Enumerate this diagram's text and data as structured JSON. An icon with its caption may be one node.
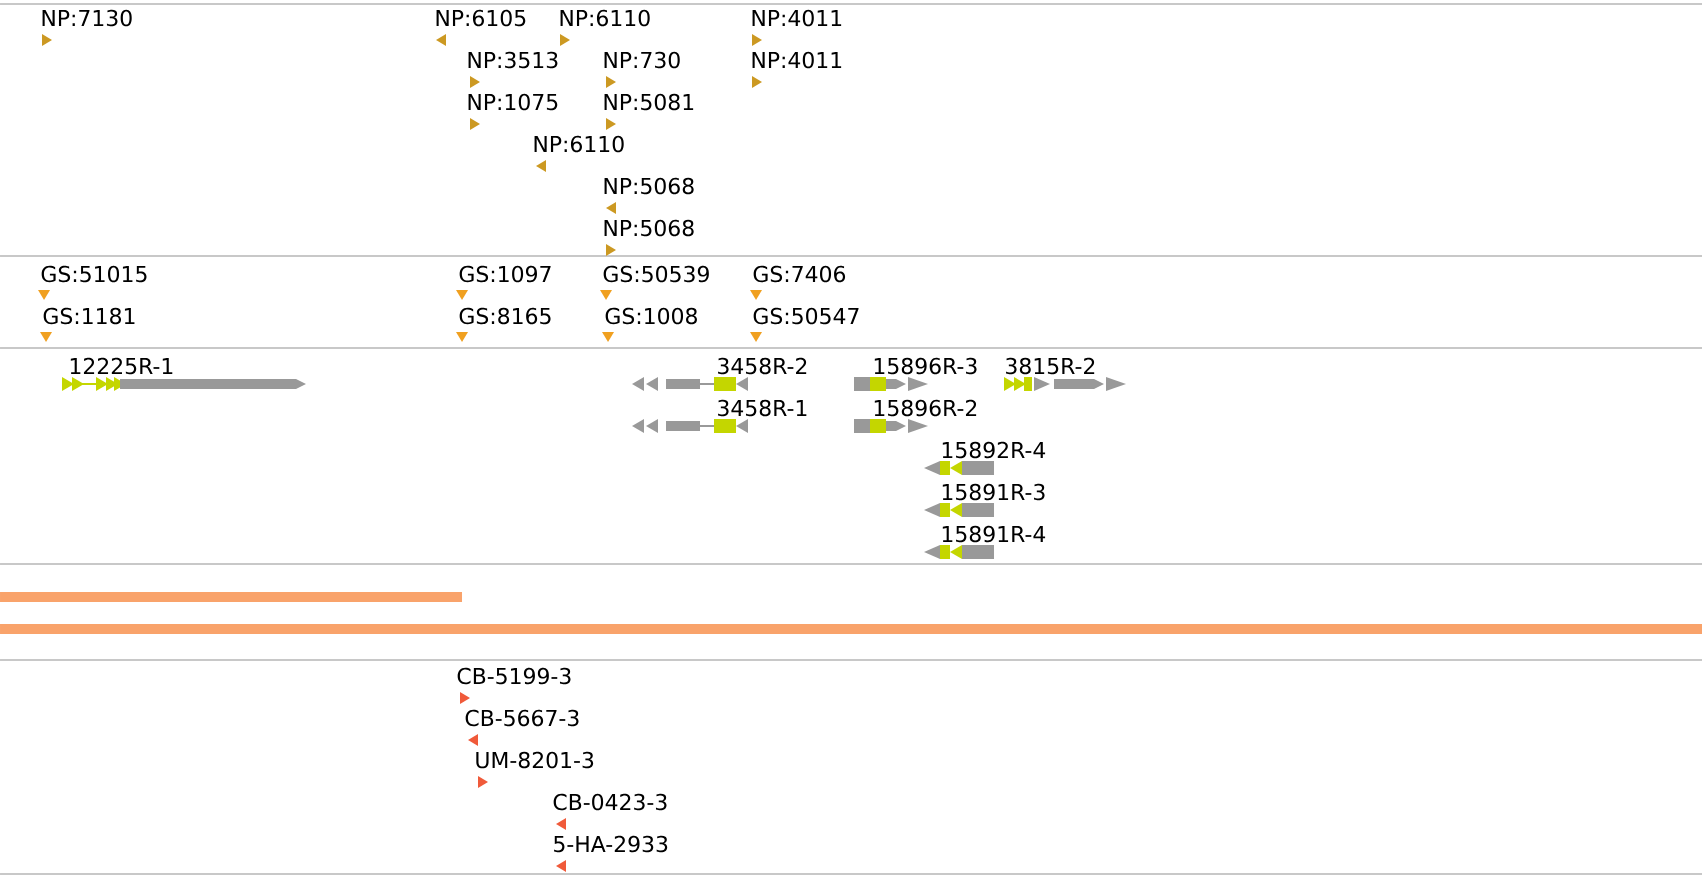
{
  "diagram": {
    "labels": [
      "NP:7130",
      "NP:6105",
      "NP:6110",
      "NP:4011",
      "NP:3513",
      "NP:730",
      "NP:4011",
      "NP:1075",
      "NP:5081",
      "NP:6110",
      "NP:5068",
      "NP:5068",
      "GS:51015",
      "GS:1097",
      "GS:50539",
      "GS:7406",
      "GS:1181",
      "GS:8165",
      "GS:1008",
      "GS:50547",
      "12225R-1",
      "3458R-2",
      "15896R-3",
      "3815R-2",
      "3458R-1",
      "15896R-2",
      "15892R-4",
      "15891R-3",
      "15891R-4",
      "CB-5199-3",
      "CB-5667-3",
      "UM-8201-3",
      "CB-0423-3",
      "5-HA-2933"
    ]
  }
}
